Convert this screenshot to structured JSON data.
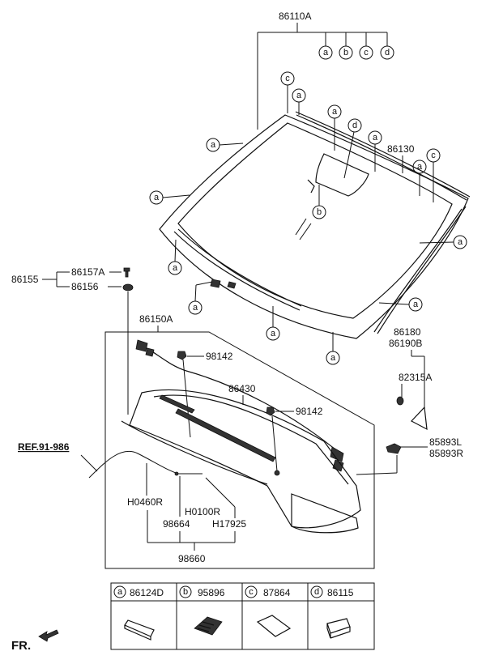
{
  "labels": {
    "windshield_glass": "86110A",
    "moulding_top": "86130",
    "set_label": "86155",
    "clip_a": "86157A",
    "clip_b": "86156",
    "cowl_assy": "86150A",
    "nozzle_1": "98142",
    "nozzle_2": "98142",
    "cowl_panel": "86430",
    "side_trim_1": "86180",
    "side_trim_2": "86190B",
    "fastener": "82315A",
    "ref": "REF.91-986",
    "hose_1": "H0460R",
    "hose_2": "H0100R",
    "hose_3": "98664",
    "hose_4": "H17925",
    "hose_assy": "98660",
    "rear_l": "85893L",
    "rear_r": "85893R",
    "front": "FR."
  },
  "legend": [
    {
      "letter": "a",
      "part": "86124D"
    },
    {
      "letter": "b",
      "part": "95896"
    },
    {
      "letter": "c",
      "part": "87864"
    },
    {
      "letter": "d",
      "part": "86115"
    }
  ],
  "callouts": {
    "top_a": "a",
    "top_b": "b",
    "top_c": "c",
    "top_d": "d",
    "c1": "c",
    "a1": "a",
    "a2": "a",
    "d1": "d",
    "a3": "a",
    "c2": "c",
    "a4": "a",
    "a5": "a",
    "a6": "a",
    "b1": "b",
    "a7": "a",
    "a8": "a",
    "a9": "a",
    "a10": "a",
    "a11": "a",
    "a12": "a"
  }
}
